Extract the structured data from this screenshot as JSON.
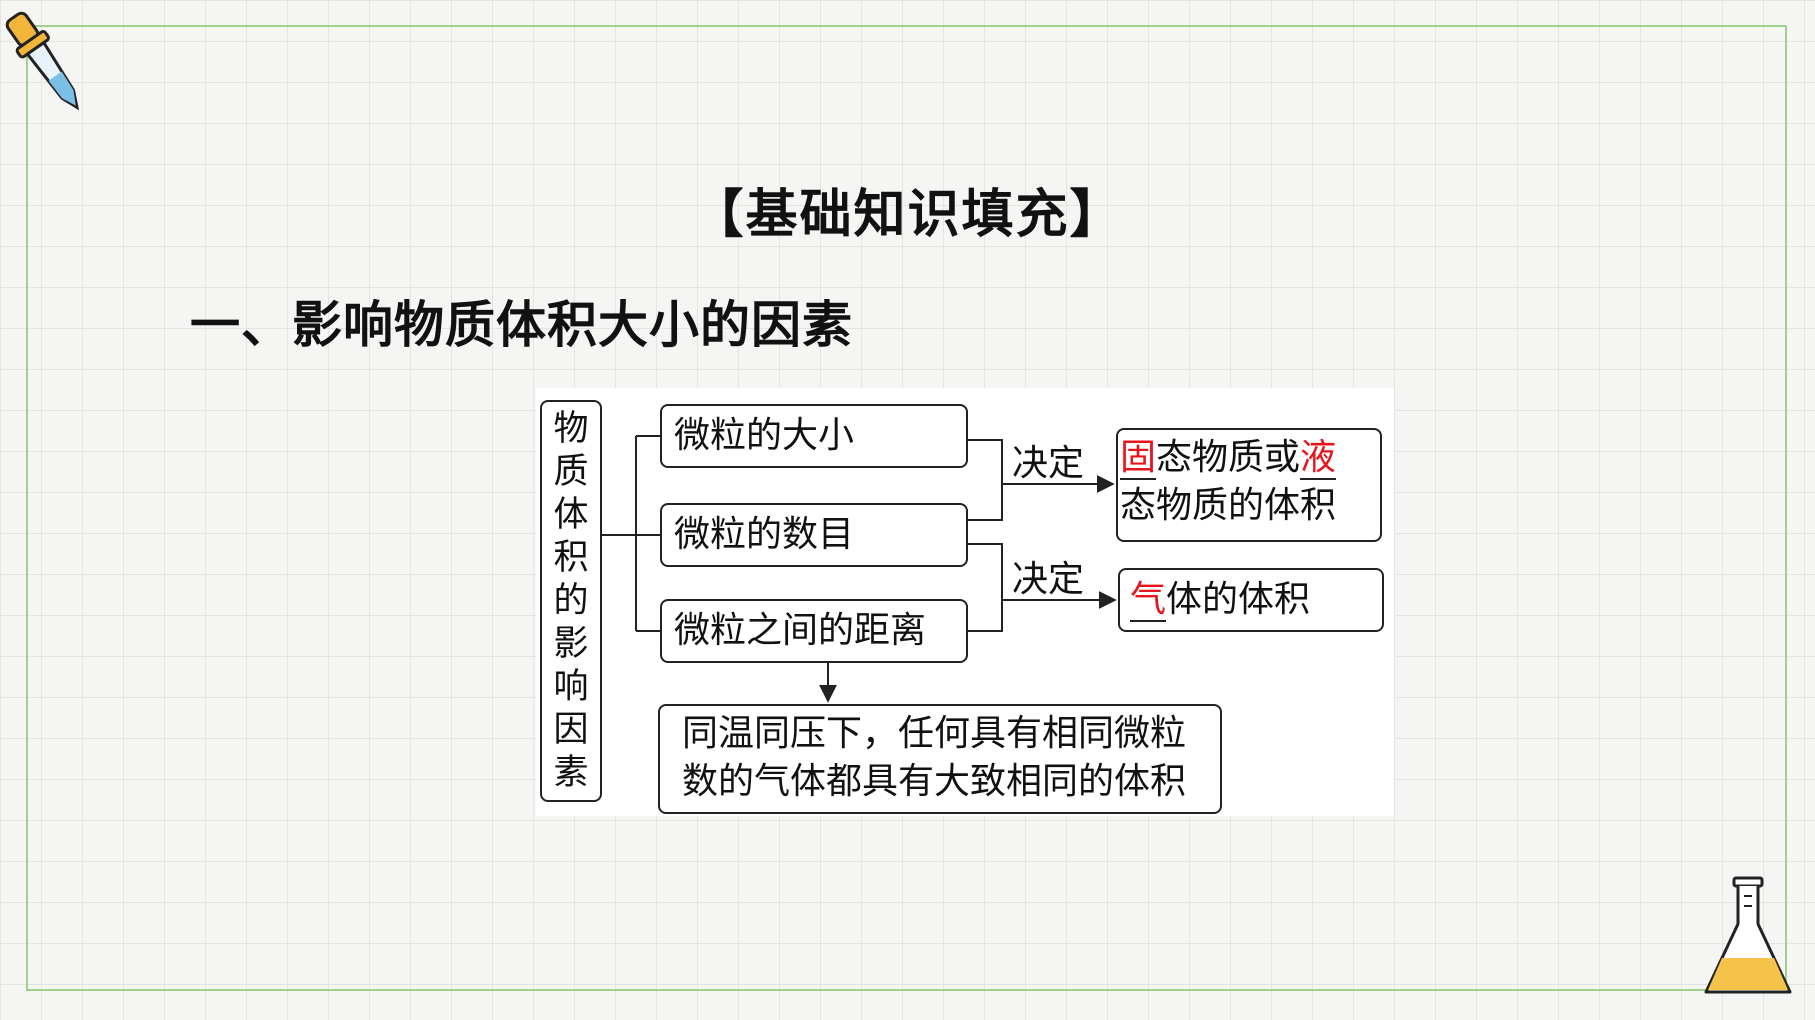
{
  "slide_title": "【基础知识填充】",
  "section_heading": "一、影响物质体积大小的因素",
  "diagram": {
    "root_chars": [
      "物",
      "质",
      "体",
      "积",
      "的",
      "影",
      "响",
      "因",
      "素"
    ],
    "factors": [
      "微粒的大小",
      "微粒的数目",
      "微粒之间的距离"
    ],
    "decide_label_1": "决定",
    "decide_label_2": "决定",
    "result_solid_liquid": {
      "blank_1": "固",
      "text_1": "态物质或",
      "blank_2": "液",
      "text_2": "态物质的体积"
    },
    "result_gas": {
      "blank": "气",
      "text": "体的体积"
    },
    "summary_line_1": "同温同压下，任何具有相同微粒",
    "summary_line_2": "数的气体都具有大致相同的体积"
  },
  "colors": {
    "frame": "#9fd08f",
    "answer_red": "#e8141b"
  },
  "icons": [
    "dropper-icon",
    "flask-icon"
  ]
}
